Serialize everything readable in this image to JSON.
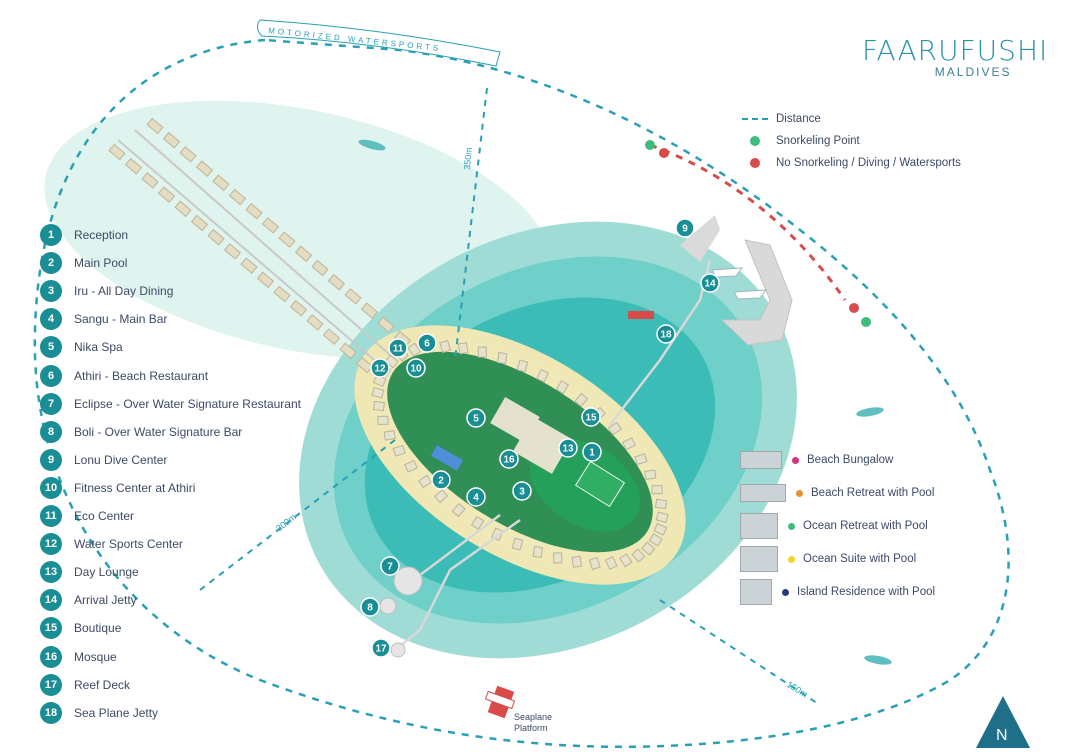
{
  "brand": {
    "name": "FAARUFUSHI",
    "sub": "MALDIVES"
  },
  "top_banner": "MOTORIZED WATERSPORTS",
  "key": [
    {
      "label": "Distance",
      "symbol": "dash",
      "color": "#2aa0b5"
    },
    {
      "label": "Snorkeling Point",
      "symbol": "dot",
      "color": "#3ebc7a"
    },
    {
      "label": "No Snorkeling / Diving / Watersports",
      "symbol": "dot",
      "color": "#d94a4a"
    }
  ],
  "locations": [
    {
      "num": "1",
      "label": "Reception"
    },
    {
      "num": "2",
      "label": "Main Pool"
    },
    {
      "num": "3",
      "label": "Iru - All Day Dining"
    },
    {
      "num": "4",
      "label": "Sangu -  Main Bar"
    },
    {
      "num": "5",
      "label": "Nika Spa"
    },
    {
      "num": "6",
      "label": "Athiri - Beach Restaurant"
    },
    {
      "num": "7",
      "label": "Eclipse - Over Water Signature Restaurant"
    },
    {
      "num": "8",
      "label": "Boli - Over Water Signature Bar"
    },
    {
      "num": "9",
      "label": "Lonu Dive Center"
    },
    {
      "num": "10",
      "label": "Fitness Center at Athiri"
    },
    {
      "num": "11",
      "label": "Eco Center"
    },
    {
      "num": "12",
      "label": "Water Sports Center"
    },
    {
      "num": "13",
      "label": "Day Lounge"
    },
    {
      "num": "14",
      "label": "Arrival Jetty"
    },
    {
      "num": "15",
      "label": "Boutique"
    },
    {
      "num": "16",
      "label": "Mosque"
    },
    {
      "num": "17",
      "label": "Reef Deck"
    },
    {
      "num": "18",
      "label": "Sea Plane Jetty"
    }
  ],
  "villa_types": [
    {
      "label": "Beach Bungalow",
      "color": "#d6327f"
    },
    {
      "label": "Beach Retreat with Pool",
      "color": "#e8912e"
    },
    {
      "label": "Ocean Retreat with Pool",
      "color": "#3ebc7a"
    },
    {
      "label": "Ocean Suite with Pool",
      "color": "#f1d42a"
    },
    {
      "label": "Island Residence with Pool",
      "color": "#283a7a"
    }
  ],
  "distances": [
    "350m",
    "300m",
    "150m"
  ],
  "seaplane_label": [
    "Seaplane",
    "Platform"
  ],
  "compass": "N"
}
